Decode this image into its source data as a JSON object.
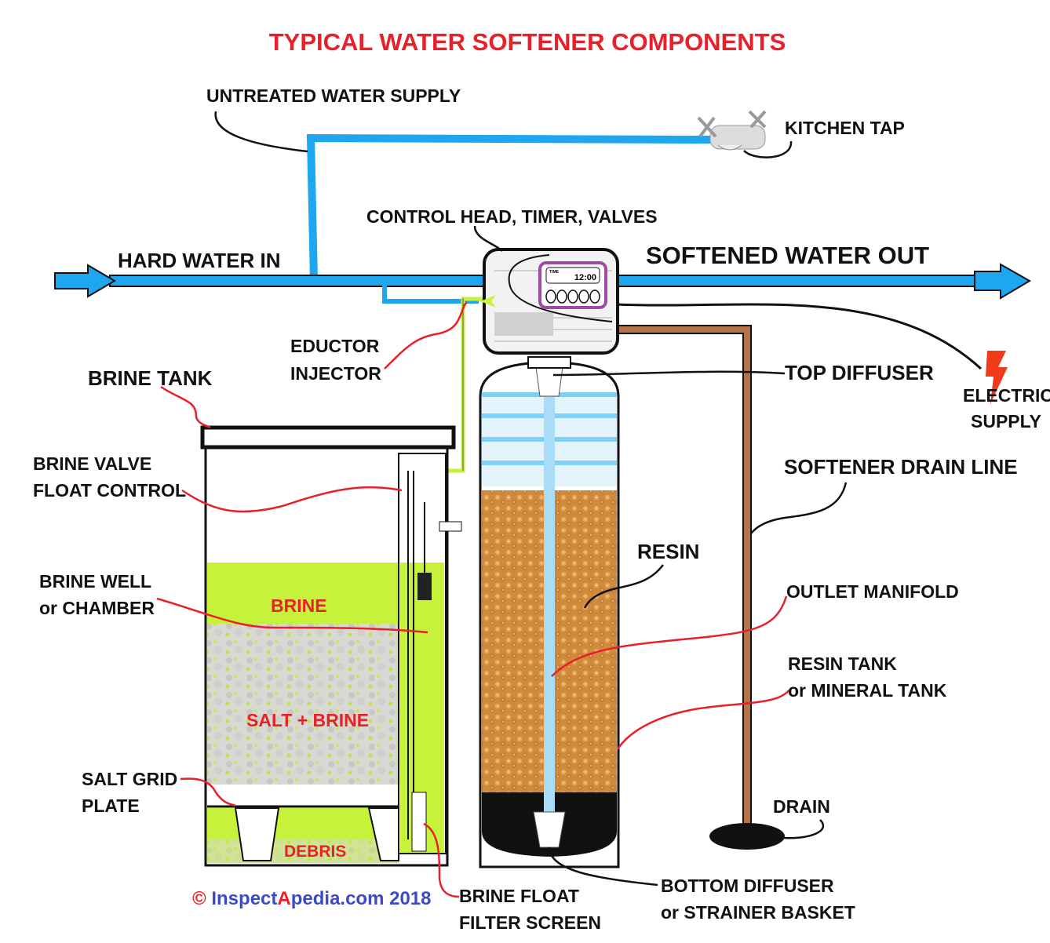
{
  "title": "TYPICAL WATER SOFTENER COMPONENTS",
  "labels": {
    "untreated_water_supply": "UNTREATED WATER SUPPLY",
    "kitchen_tap": "KITCHEN TAP",
    "control_head": "CONTROL HEAD, TIMER, VALVES",
    "hard_water_in": "HARD WATER IN",
    "softened_water_out": "SOFTENED WATER OUT",
    "eductor_line1": "EDUCTOR",
    "eductor_line2": "INJECTOR",
    "brine_tank": "BRINE TANK",
    "top_diffuser": "TOP DIFFUSER",
    "electric_line1": "ELECTRIC",
    "electric_line2": "SUPPLY",
    "brine_valve_line1": "BRINE VALVE",
    "brine_valve_line2": "FLOAT CONTROL",
    "softener_drain_line": "SOFTENER DRAIN LINE",
    "resin": "RESIN",
    "brine_well_line1": "BRINE WELL",
    "brine_well_line2": "or CHAMBER",
    "brine": "BRINE",
    "outlet_manifold": "OUTLET MANIFOLD",
    "resin_tank_line1": "RESIN TANK",
    "resin_tank_line2": "or MINERAL TANK",
    "salt_brine": "SALT + BRINE",
    "salt_grid_line1": "SALT GRID",
    "salt_grid_line2": "PLATE",
    "drain": "DRAIN",
    "debris": "DEBRIS",
    "brine_float_line1": "BRINE FLOAT",
    "brine_float_line2": "FILTER SCREEN",
    "bottom_diffuser_line1": "BOTTOM DIFFUSER",
    "bottom_diffuser_line2": "or STRAINER BASKET"
  },
  "timer_display": "12:00",
  "timer_tag": "TIME",
  "copyright": {
    "symbol": "©",
    "pre": " Inspect",
    "accent": "A",
    "post": "pedia.com 2018"
  },
  "colors": {
    "water": "#1ea7f0",
    "brine": "#c6f23c",
    "resin": "#d08a3c",
    "drain_pipe": "#b5734a",
    "title": "#e8202a",
    "leader": "#e8202a",
    "copyright": "#3b4bc8",
    "timer_frame": "#a04aa8"
  }
}
